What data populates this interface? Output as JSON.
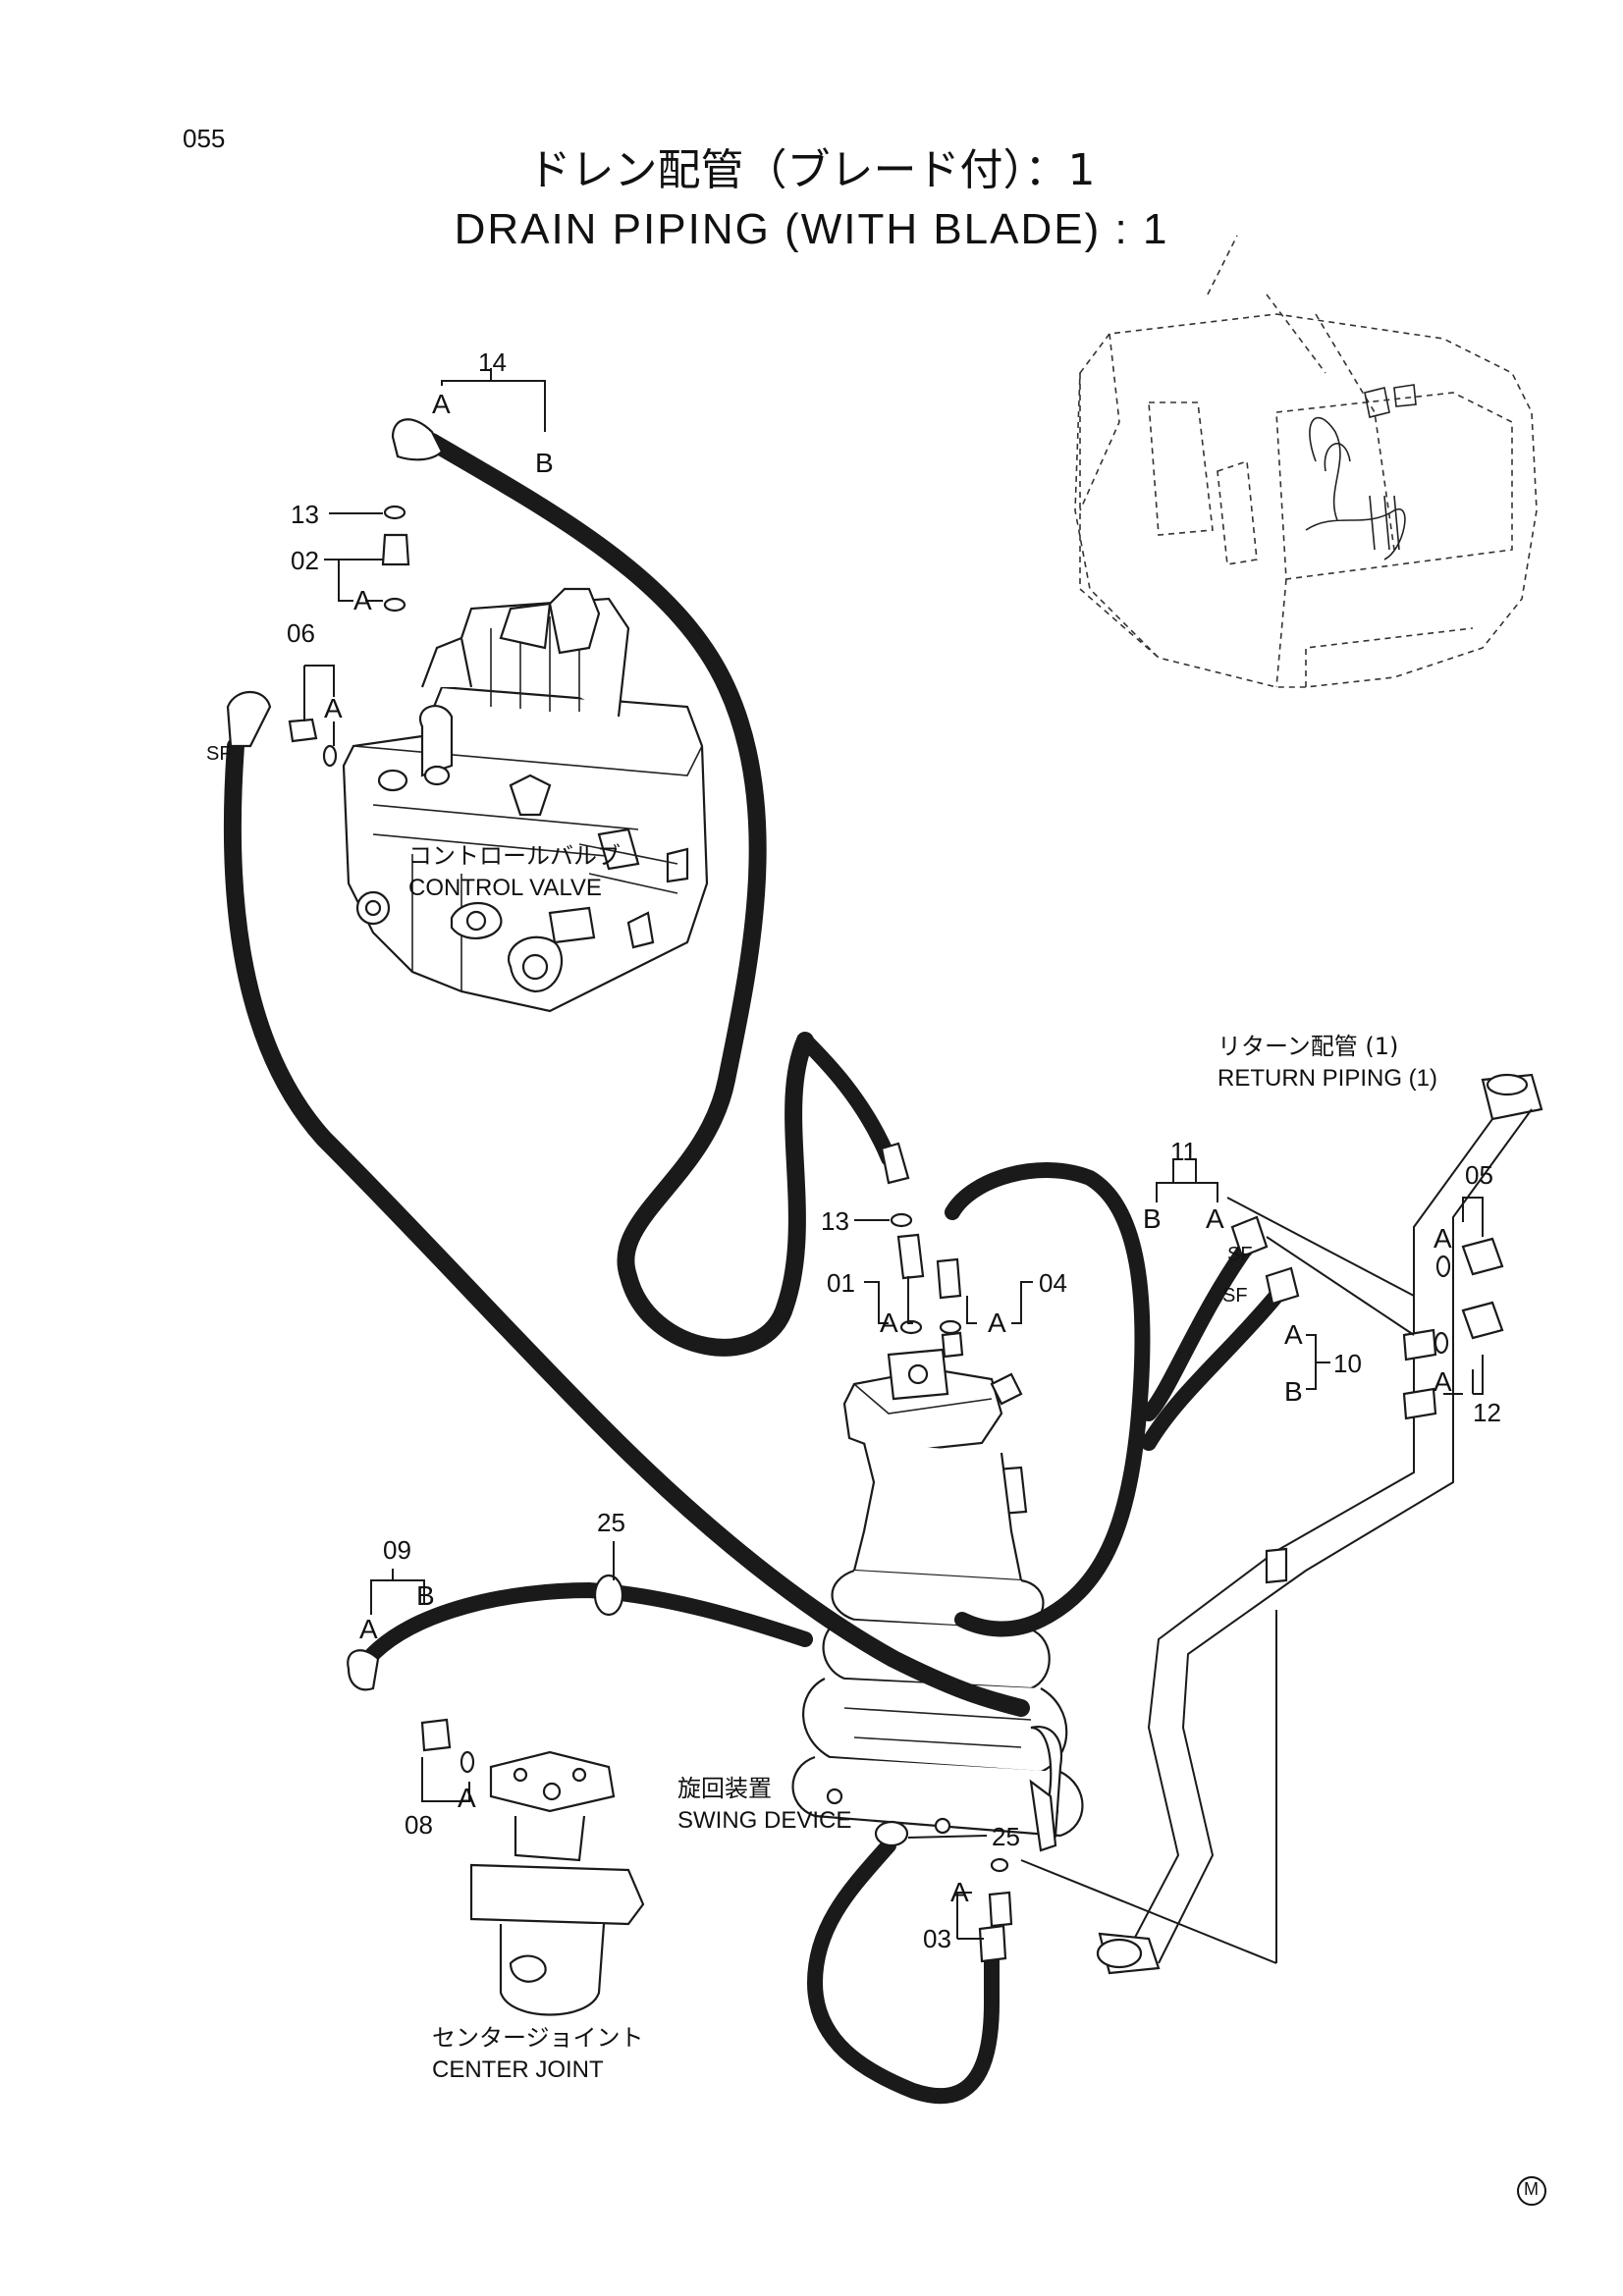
{
  "page_number": "055",
  "title": {
    "japanese": "ドレン配管（ブレード付）：1",
    "english": "DRAIN PIPING (WITH BLADE) : 1"
  },
  "components": {
    "control_valve": {
      "jp": "コントロールバルブ",
      "en": "CONTROL VALVE"
    },
    "return_piping": {
      "jp": "リターン配管 (1)",
      "en": "RETURN PIPING (1)"
    },
    "swing_device": {
      "jp": "旋回装置",
      "en": "SWING DEVICE"
    },
    "center_joint": {
      "jp": "センタージョイント",
      "en": "CENTER JOINT"
    }
  },
  "callouts": {
    "c14": "14",
    "c13_top": "13",
    "c02": "02",
    "c06": "06",
    "c13_mid": "13",
    "c01": "01",
    "c04": "04",
    "c11": "11",
    "c05": "05",
    "c10": "10",
    "c12": "12",
    "c25_top": "25",
    "c09": "09",
    "c08": "08",
    "c25_bottom": "25",
    "c03": "03"
  },
  "end_markers": {
    "a": "A",
    "b": "B",
    "sf": "SF"
  },
  "corner_mark": "M"
}
